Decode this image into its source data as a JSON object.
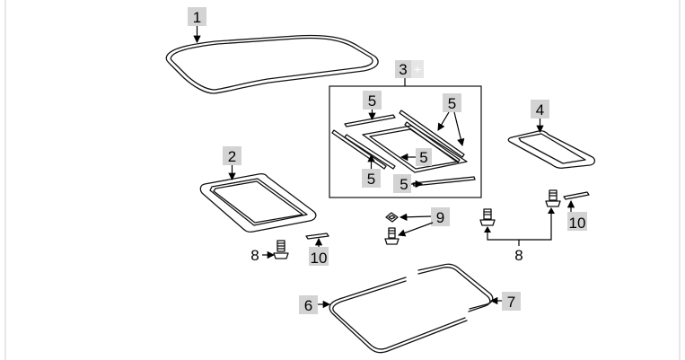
{
  "diagram": {
    "callouts": {
      "c1": "1",
      "c2": "2",
      "c3": "3",
      "c4": "4",
      "c5a": "5",
      "c5b": "5",
      "c5c": "5",
      "c5d": "5",
      "c5e": "5",
      "c6": "6",
      "c7": "7",
      "c8a": "8",
      "c8b": "8",
      "c9": "9",
      "c10a": "10",
      "c10b": "10"
    },
    "plus_mark": "+"
  }
}
